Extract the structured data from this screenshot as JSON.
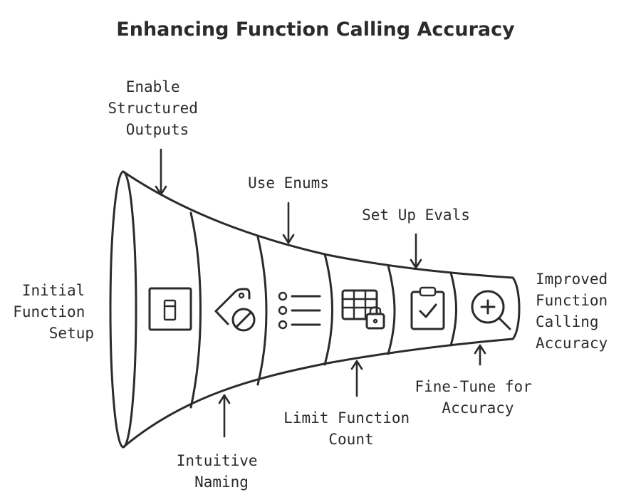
{
  "title": "Enhancing Function Calling Accuracy",
  "start_label": [
    "Initial",
    "Function",
    "Setup"
  ],
  "end_label": [
    "Improved",
    "Function",
    "Calling",
    "Accuracy"
  ],
  "stages": [
    {
      "id": "structured-outputs",
      "label": [
        "Enable",
        "Structured",
        "Outputs"
      ],
      "icon": "document-icon",
      "position": "top"
    },
    {
      "id": "intuitive-naming",
      "label": [
        "Intuitive",
        "Naming"
      ],
      "icon": "tag-icon",
      "position": "bottom"
    },
    {
      "id": "use-enums",
      "label": [
        "Use Enums"
      ],
      "icon": "list-icon",
      "position": "top"
    },
    {
      "id": "limit-function-count",
      "label": [
        "Limit Function",
        "Count"
      ],
      "icon": "table-lock-icon",
      "position": "bottom"
    },
    {
      "id": "set-up-evals",
      "label": [
        "Set Up Evals"
      ],
      "icon": "clipboard-check-icon",
      "position": "top"
    },
    {
      "id": "fine-tune",
      "label": [
        "Fine-Tune for",
        "Accuracy"
      ],
      "icon": "zoom-in-icon",
      "position": "bottom"
    }
  ]
}
